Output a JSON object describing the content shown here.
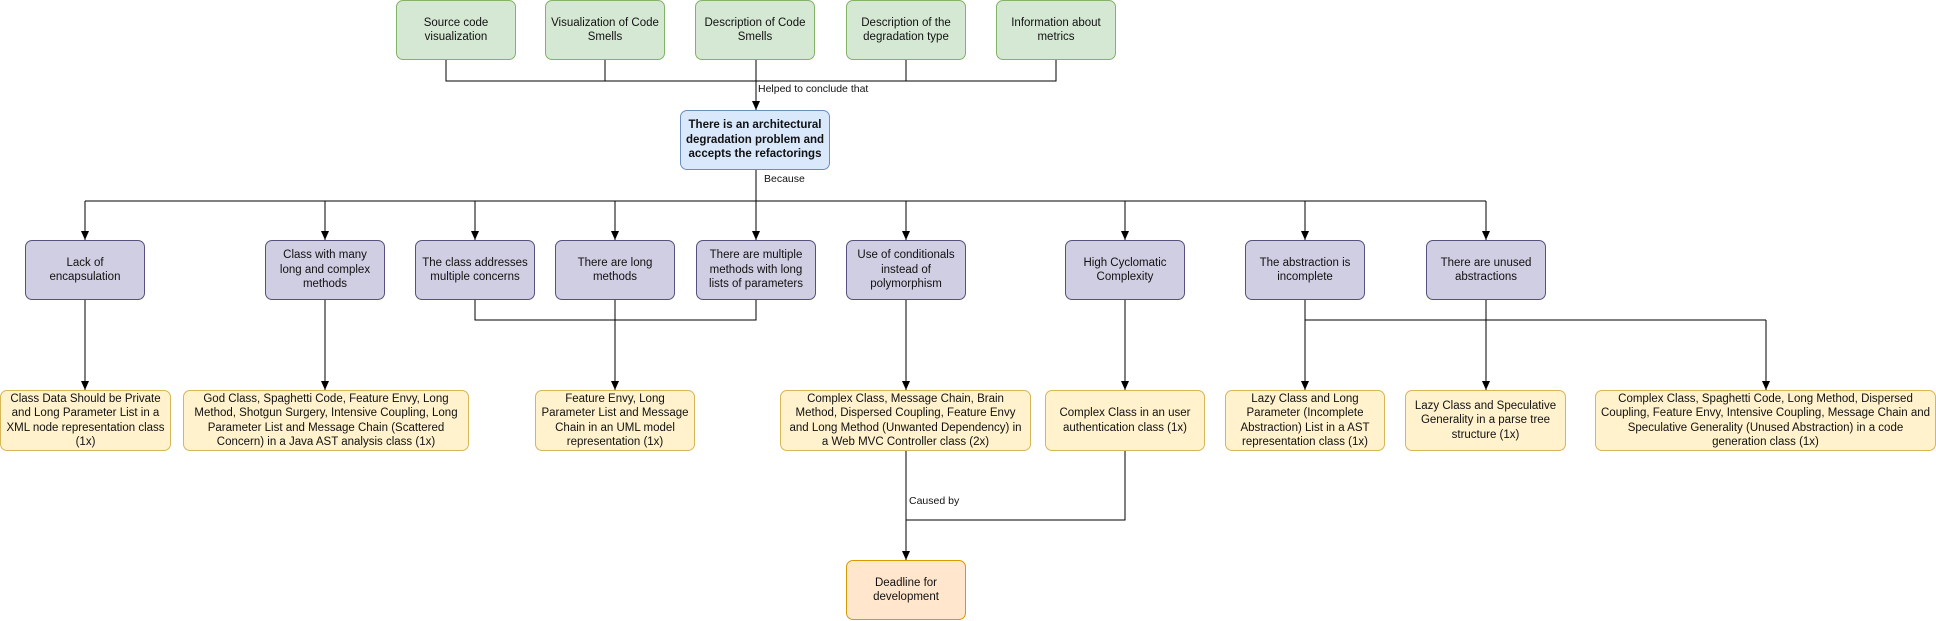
{
  "sources": [
    {
      "id": "s1",
      "label": "Source code visualization"
    },
    {
      "id": "s2",
      "label": "Visualization of Code Smells"
    },
    {
      "id": "s3",
      "label": "Description of Code Smells"
    },
    {
      "id": "s4",
      "label": "Description of the degradation type"
    },
    {
      "id": "s5",
      "label": "Information about metrics"
    }
  ],
  "conclusion": {
    "id": "c",
    "label": "There is an architectural degradation problem and accepts the refactorings"
  },
  "reasons": [
    {
      "id": "r1",
      "label": "Lack of encapsulation"
    },
    {
      "id": "r2",
      "label": "Class with many long and complex methods"
    },
    {
      "id": "r3",
      "label": "The class addresses multiple concerns"
    },
    {
      "id": "r4",
      "label": "There are long methods"
    },
    {
      "id": "r5",
      "label": "There are multiple methods with long lists of parameters"
    },
    {
      "id": "r6",
      "label": "Use of conditionals instead of polymorphism"
    },
    {
      "id": "r7",
      "label": "High Cyclomatic Complexity"
    },
    {
      "id": "r8",
      "label": "The abstraction is incomplete"
    },
    {
      "id": "r9",
      "label": "There are unused abstractions"
    }
  ],
  "evidence": [
    {
      "id": "e1",
      "label": "Class Data Should be Private and Long Parameter List in a XML node representation class (1x)"
    },
    {
      "id": "e2",
      "label": "God Class, Spaghetti Code, Feature Envy, Long Method, Shotgun Surgery, Intensive Coupling, Long Parameter List and Message Chain (Scattered Concern) in a Java AST analysis class (1x)"
    },
    {
      "id": "e3",
      "label": "Feature Envy, Long Parameter List and Message Chain in an UML model representation (1x)"
    },
    {
      "id": "e4",
      "label": "Complex Class, Message Chain, Brain Method, Dispersed Coupling, Feature Envy and Long Method (Unwanted Dependency) in a Web MVC Controller class (2x)"
    },
    {
      "id": "e5",
      "label": "Complex Class in an user authentication class (1x)"
    },
    {
      "id": "e6",
      "label": "Lazy Class and Long Parameter (Incomplete Abstraction) List in a AST representation class (1x)"
    },
    {
      "id": "e7",
      "label": "Lazy Class and Speculative Generality in a parse tree structure (1x)"
    },
    {
      "id": "e8",
      "label": "Complex Class, Spaghetti Code, Long Method, Dispersed Coupling, Feature Envy, Intensive Coupling, Message Chain and Speculative Generality (Unused Abstraction) in a code generation class (1x)"
    }
  ],
  "cause": {
    "id": "d",
    "label": "Deadline for development"
  },
  "edge_labels": {
    "helped": "Helped to conclude that",
    "because": "Because",
    "caused_by": "Caused by"
  },
  "colors": {
    "green_fill": "#d5e8d4",
    "green_stroke": "#82b366",
    "blue_fill": "#dae8fc",
    "blue_stroke": "#6c8ebf",
    "purple_fill": "#d0cee2",
    "purple_stroke": "#56517e",
    "yellow_fill": "#fff2cc",
    "yellow_stroke": "#d6b656",
    "orange_fill": "#ffe6cc",
    "orange_stroke": "#d79b00",
    "edge": "#000000"
  }
}
